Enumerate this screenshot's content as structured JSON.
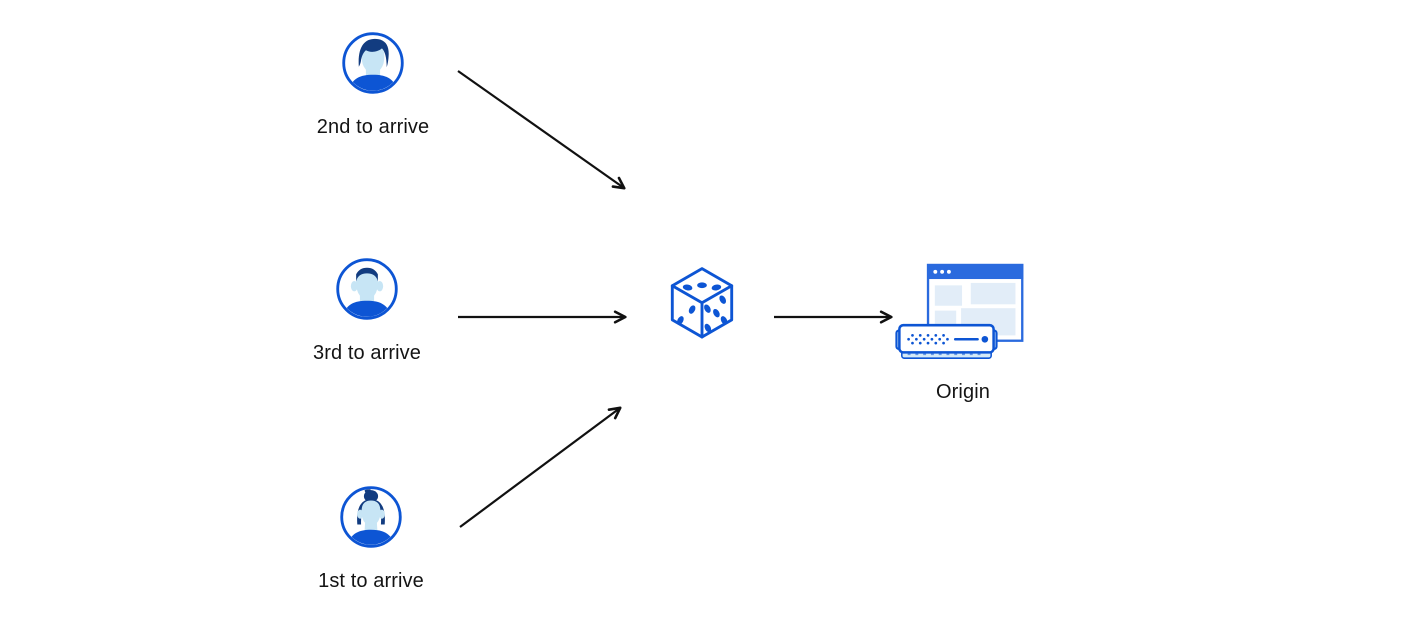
{
  "diagram": {
    "users": [
      {
        "label": "2nd to arrive",
        "icon": "male-avatar-swept-hair-icon"
      },
      {
        "label": "3rd to arrive",
        "icon": "male-avatar-short-hair-icon"
      },
      {
        "label": "1st to arrive",
        "icon": "female-avatar-bun-icon"
      }
    ],
    "selector": {
      "icon": "dice-icon"
    },
    "origin": {
      "label": "Origin",
      "icons": [
        "browser-window-icon",
        "server-icon"
      ]
    },
    "arrows": [
      "user-2nd-to-dice",
      "user-3rd-to-dice",
      "user-1st-to-dice",
      "dice-to-origin"
    ]
  },
  "colors": {
    "primary_blue": "#0d55d4",
    "window_blue": "#2a6ade",
    "hair_navy": "#123c80",
    "face_light_blue": "#c7e5f5",
    "pale_block_blue": "#e2edf8",
    "server_base_blue": "#d4eaf8",
    "arrow_black": "#111111",
    "text_black": "#141414",
    "background": "#ffffff"
  }
}
